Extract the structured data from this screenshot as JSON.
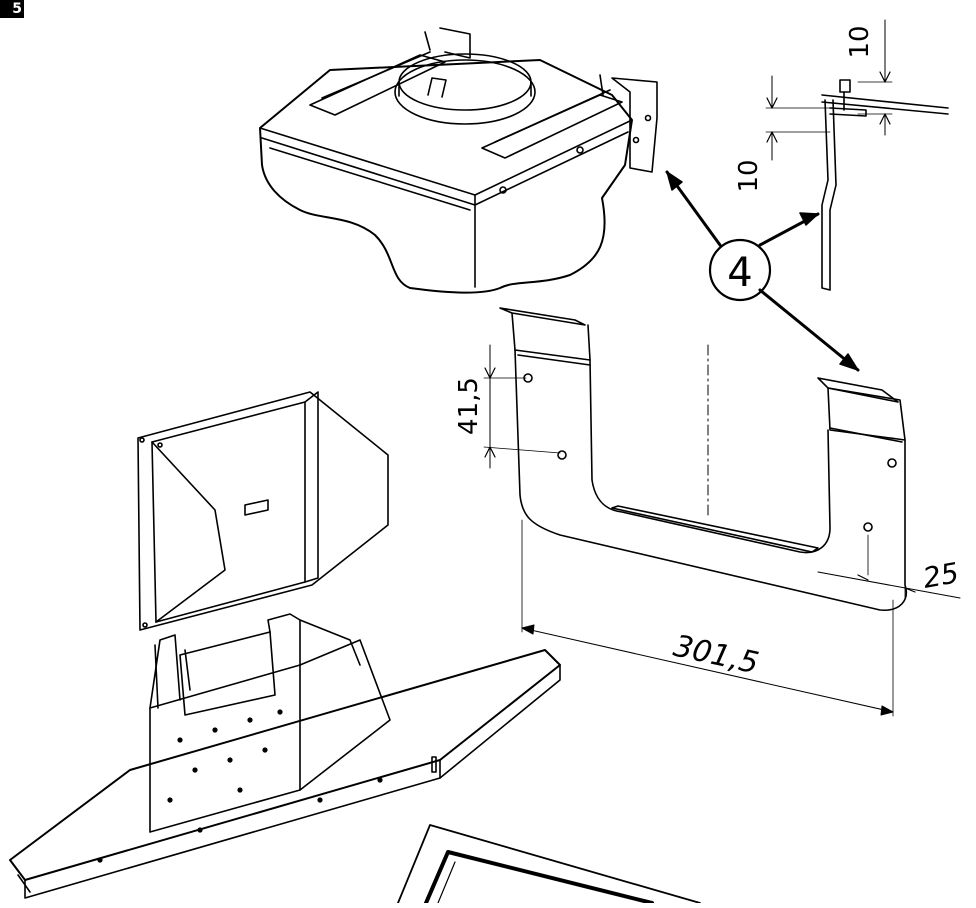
{
  "figure": {
    "step_number": "5",
    "callout_number": "4",
    "dimensions": {
      "height_top": "10",
      "height_side": "10",
      "vertical_spacing": "41,5",
      "edge_offset": "25",
      "total_width": "301,5"
    }
  }
}
